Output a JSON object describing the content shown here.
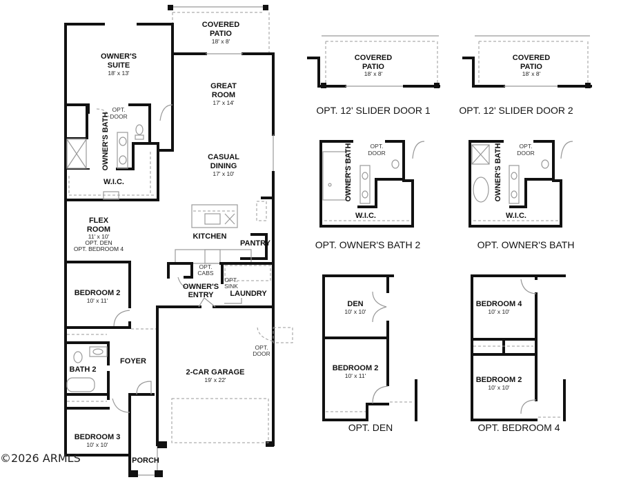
{
  "watermark": "©2026 ARMLS",
  "main_plan": {
    "rooms": [
      {
        "name": "COVERED",
        "name2": "PATIO",
        "dims": "18' x 8'"
      },
      {
        "name": "OWNER'S",
        "name2": "SUITE",
        "dims": "18' x 13'"
      },
      {
        "name": "GREAT",
        "name2": "ROOM",
        "dims": "17' x 14'"
      },
      {
        "name": "CASUAL",
        "name2": "DINING",
        "dims": "17' x 10'"
      },
      {
        "name": "FLEX",
        "name2": "ROOM",
        "dims": "11' x 10'",
        "note1": "OPT. DEN",
        "note2": "OPT. BEDROOM 4"
      },
      {
        "name": "KITCHEN"
      },
      {
        "name": "PANTRY"
      },
      {
        "name": "BEDROOM 2",
        "dims": "10' x 11'"
      },
      {
        "name": "OWNER'S",
        "name2": "ENTRY"
      },
      {
        "name": "LAUNDRY"
      },
      {
        "name": "BATH 2"
      },
      {
        "name": "FOYER"
      },
      {
        "name": "2-CAR GARAGE",
        "dims": "19' x 22'"
      },
      {
        "name": "BEDROOM 3",
        "dims": "10' x 10'"
      },
      {
        "name": "PORCH"
      },
      {
        "name": "OWNER'S BATH"
      },
      {
        "name": "W.I.C."
      }
    ],
    "notes": {
      "opt_door_bath": [
        "OPT.",
        "DOOR"
      ],
      "opt_cabs": [
        "OPT.",
        "CABS"
      ],
      "opt_sink": [
        "OPT.",
        "SINK"
      ],
      "opt_door_garage": [
        "OPT.",
        "DOOR"
      ]
    }
  },
  "options": [
    {
      "caption": "OPT. 12' SLIDER DOOR 1",
      "room": "COVERED",
      "room2": "PATIO",
      "dims": "18' x 8'"
    },
    {
      "caption": "OPT. 12' SLIDER DOOR 2",
      "room": "COVERED",
      "room2": "PATIO",
      "dims": "18' x 8'"
    },
    {
      "caption": "OPT. OWNER'S BATH 2",
      "room": "OWNER'S BATH",
      "wic": "W.I.C.",
      "opt": [
        "OPT.",
        "DOOR"
      ]
    },
    {
      "caption": "OPT. OWNER'S BATH",
      "room": "OWNER'S BATH",
      "wic": "W.I.C.",
      "opt": [
        "OPT.",
        "DOOR"
      ]
    },
    {
      "caption": "OPT. DEN",
      "rooms": [
        {
          "name": "DEN",
          "dims": "10' x 10'"
        },
        {
          "name": "BEDROOM 2",
          "dims": "10' x 11'"
        }
      ]
    },
    {
      "caption": "OPT. BEDROOM 4",
      "rooms": [
        {
          "name": "BEDROOM 4",
          "dims": "10' x 10'"
        },
        {
          "name": "BEDROOM 2",
          "dims": "10' x 10'"
        }
      ]
    }
  ]
}
